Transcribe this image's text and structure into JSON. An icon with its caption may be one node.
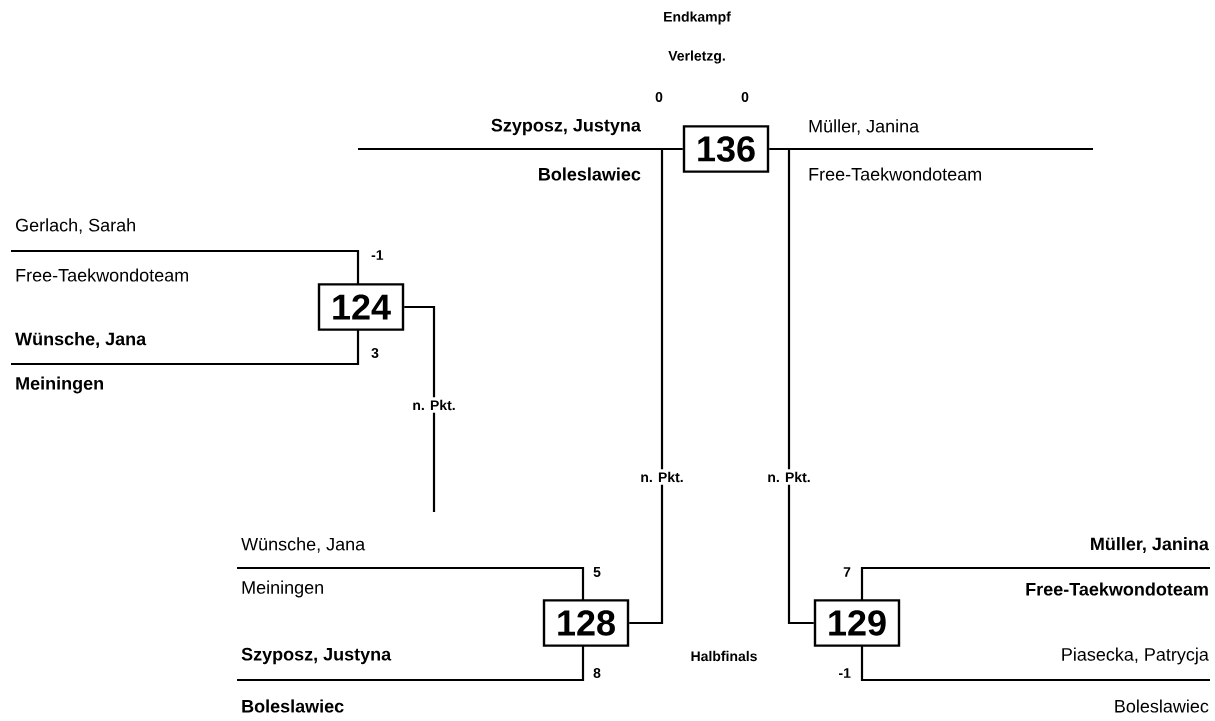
{
  "diagram": {
    "nodes": [
      {
        "text": [
          "136"
        ]
      },
      {
        "text": [
          "124"
        ]
      },
      {
        "text": [
          "128"
        ]
      },
      {
        "text": [
          "129"
        ]
      }
    ],
    "edges": [
      {
        "from": 1,
        "to": null,
        "arrow": "none",
        "label": "n. Pkt."
      },
      {
        "from": 2,
        "to": 0,
        "arrow": "none",
        "label": "n. Pkt."
      },
      {
        "from": 3,
        "to": 0,
        "arrow": "none",
        "label": "n. Pkt."
      }
    ],
    "labels": [
      "Endkampf",
      "Verletzg.",
      "0",
      "0",
      "Szyposz, Justyna",
      "Müller, Janina",
      "Boleslawiec",
      "Free-Taekwondoteam",
      "Gerlach, Sarah",
      "-1",
      "Free-Taekwondoteam",
      "Wünsche, Jana",
      "3",
      "Meiningen",
      "Wünsche, Jana",
      "Müller, Janina",
      "5",
      "7",
      "Meiningen",
      "Free-Taekwondoteam",
      "Szyposz, Justyna",
      "Halbfinals",
      "Piasecka, Patrycja",
      "8",
      "-1",
      "Boleslawiec",
      "Boleslawiec"
    ]
  }
}
